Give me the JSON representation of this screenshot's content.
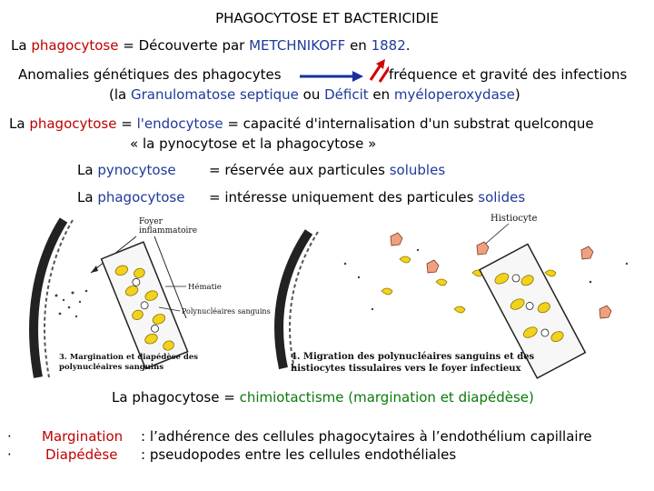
{
  "title": "PHAGOCYTOSE ET BACTERICIDIE",
  "line1": {
    "prefix": "La ",
    "term": "phagocytose",
    "mid": " = Découverte par ",
    "name": "METCHNIKOFF",
    "mid2": " en ",
    "year": "1882",
    "end": "."
  },
  "anomalies": {
    "left": "Anomalies génétiques des phagocytes",
    "right": "fréquence et gravité des infections",
    "paren_open": "(la ",
    "granulomatose": "Granulomatose septique",
    "ou": " ou ",
    "deficit": "Déficit",
    "en": " en ",
    "myelo": "myéloperoxydase",
    "paren_close": ")"
  },
  "endocytose": {
    "prefix": "La ",
    "term": "phagocytose",
    "eq": " = ",
    "endo": "l'endocytose",
    "eq2": " = ",
    "desc": "capacité d'internalisation d'un substrat quelconque",
    "sub": "« la pynocytose et la phagocytose »"
  },
  "pyno": {
    "prefix": "La ",
    "term": "pynocytose",
    "desc": "= réservée aux particules ",
    "word": "solubles"
  },
  "phago": {
    "prefix": "La ",
    "term": "phagocytose",
    "desc": "= intéresse uniquement des particules ",
    "word": "solides"
  },
  "figure": {
    "foyer": "Foyer",
    "inflammatoire": "inflammatoire",
    "hematie": "Hématie",
    "polynucleaires": "Polynucléaires sanguins",
    "histiocyte": "Histiocyte",
    "caption3_line1": "3. Margination et diapédèse des",
    "caption3_line2": "polynucléaires sanguins",
    "caption4_line1": "4. Migration des polynucléaires sanguins et des",
    "caption4_line2": "histiocytes tissulaires   vers le foyer infectieux"
  },
  "chimio": {
    "prefix": "La phagocytose = ",
    "term": "chimiotactisme (margination et diapédèse)"
  },
  "bullets": [
    {
      "marker": "·",
      "term": "Margination",
      "desc": ": l’adhérence des cellules phagocytaires à l’endothélium capillaire"
    },
    {
      "marker": "·",
      "term": "Diapédèse",
      "desc": ": pseudopodes entre les cellules endothéliales"
    }
  ],
  "colors": {
    "red": "#c00000",
    "blue": "#1f3a9a",
    "green": "#0a7a0a",
    "cell_yellow": "#f2d21b",
    "arrow_red": "#d40000"
  }
}
